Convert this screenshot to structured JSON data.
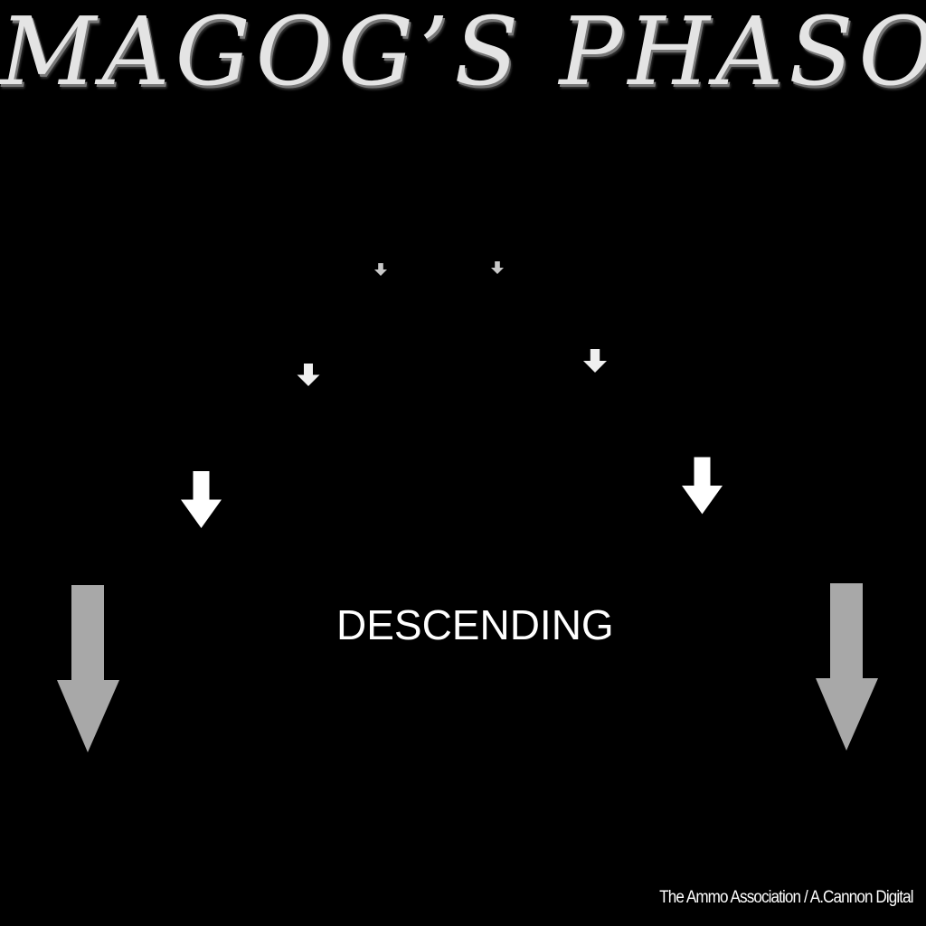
{
  "title": "MAGOG’S PHASOD",
  "label": "DESCENDING",
  "credit": "The Ammo Association / A.Cannon Digital",
  "colors": {
    "background": "#000000",
    "arrow_white": "#ffffff",
    "arrow_gray": "#a8a8a8",
    "arrow_small": "#c8c8c8"
  },
  "arrows": [
    {
      "icon": "down-arrow-icon",
      "color": "#c8c8c8"
    },
    {
      "icon": "down-arrow-icon",
      "color": "#c8c8c8"
    },
    {
      "icon": "down-arrow-icon",
      "color": "#f0f0f0"
    },
    {
      "icon": "down-arrow-icon",
      "color": "#f0f0f0"
    },
    {
      "icon": "down-arrow-icon",
      "color": "#ffffff"
    },
    {
      "icon": "down-arrow-icon",
      "color": "#ffffff"
    },
    {
      "icon": "down-arrow-icon",
      "color": "#a8a8a8"
    },
    {
      "icon": "down-arrow-icon",
      "color": "#a8a8a8"
    }
  ]
}
